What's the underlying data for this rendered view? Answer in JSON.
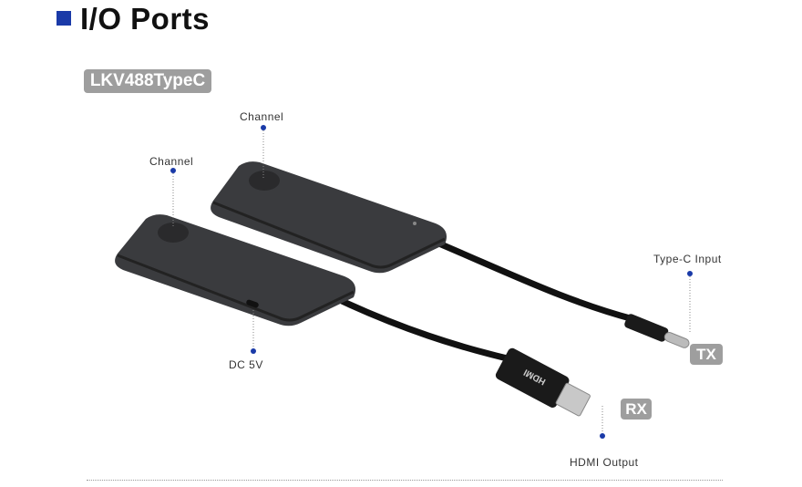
{
  "header": {
    "title": "I/O Ports",
    "accent_color": "#1a3aa8"
  },
  "model_badge": "LKV488TypeC",
  "callouts": {
    "channel_tx": "Channel",
    "channel_rx": "Channel",
    "type_c_input": "Type-C Input",
    "dc_5v": "DC 5V",
    "hdmi_output": "HDMI Output"
  },
  "units": {
    "tx": "TX",
    "rx": "RX"
  }
}
